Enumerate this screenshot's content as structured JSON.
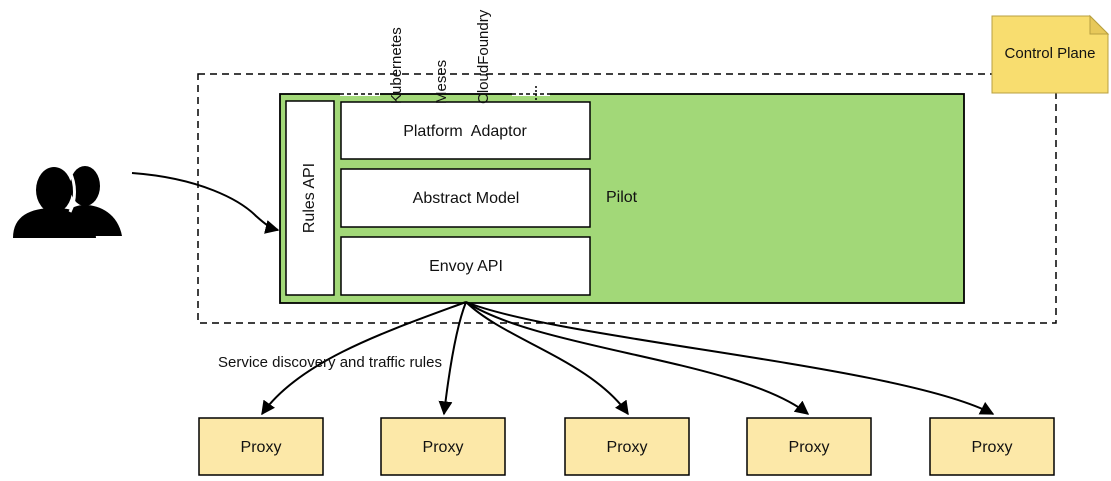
{
  "labels": {
    "control_plane": "Control Plane",
    "pilot": "Pilot",
    "rules_api": "Rules API",
    "platform_adaptor": "Platform  Adaptor",
    "abstract_model": "Abstract Model",
    "envoy_api": "Envoy API",
    "service_discovery": "Service discovery and traffic rules"
  },
  "platforms": [
    "Kubernetes",
    "Meses",
    "CloudFoundry"
  ],
  "proxies": [
    "Proxy",
    "Proxy",
    "Proxy",
    "Proxy",
    "Proxy"
  ],
  "colors": {
    "pilot_green": "#a2d878",
    "note_yellow": "#f8dd6f",
    "proxy_yellow": "#fce8a8",
    "stroke": "#000000"
  }
}
